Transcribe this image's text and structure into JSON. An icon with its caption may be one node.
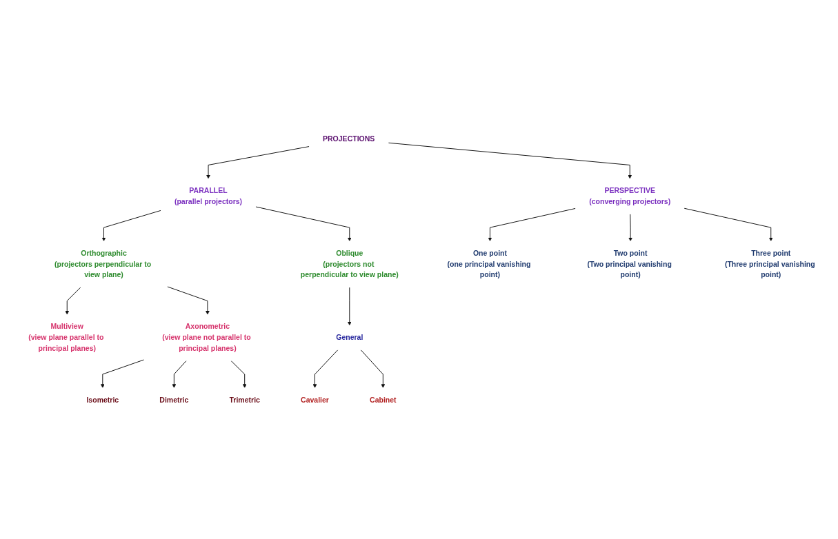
{
  "diagram": {
    "nodes": [
      {
        "text": [
          "PROJECTIONS"
        ]
      },
      {
        "text": [
          "PARALLEL",
          "(parallel projectors)"
        ]
      },
      {
        "text": [
          "PERSPECTIVE",
          "(converging projectors)"
        ]
      },
      {
        "text": [
          "Orthographic",
          "(projectors perpendicular to view plane)"
        ]
      },
      {
        "text": [
          "Oblique",
          "(projectors not perpendicular to view plane)"
        ]
      },
      {
        "text": [
          "Multiview",
          "(view plane parallel to principal planes)"
        ]
      },
      {
        "text": [
          "Axonometric",
          "(view plane not parallel to principal planes)"
        ]
      },
      {
        "text": [
          "Isometric"
        ]
      },
      {
        "text": [
          "Dimetric"
        ]
      },
      {
        "text": [
          "Trimetric"
        ]
      },
      {
        "text": [
          "General"
        ]
      },
      {
        "text": [
          "Cavalier"
        ]
      },
      {
        "text": [
          "Cabinet"
        ]
      },
      {
        "text": [
          "One point",
          "(one principal vanishing point)"
        ]
      },
      {
        "text": [
          "Two point",
          "(Two principal vanishing point)"
        ]
      },
      {
        "text": [
          "Three point",
          "(Three principal vanishing point)"
        ]
      }
    ],
    "edges": [
      {
        "from": 0,
        "to": 1,
        "arrow": "to"
      },
      {
        "from": 0,
        "to": 2,
        "arrow": "to"
      },
      {
        "from": 1,
        "to": 3,
        "arrow": "to"
      },
      {
        "from": 1,
        "to": 4,
        "arrow": "to"
      },
      {
        "from": 3,
        "to": 5,
        "arrow": "to"
      },
      {
        "from": 3,
        "to": 6,
        "arrow": "to"
      },
      {
        "from": 6,
        "to": 7,
        "arrow": "to"
      },
      {
        "from": 6,
        "to": 8,
        "arrow": "to"
      },
      {
        "from": 6,
        "to": 9,
        "arrow": "to"
      },
      {
        "from": 4,
        "to": 10,
        "arrow": "to"
      },
      {
        "from": 10,
        "to": 11,
        "arrow": "to"
      },
      {
        "from": 10,
        "to": 12,
        "arrow": "to"
      },
      {
        "from": 2,
        "to": 13,
        "arrow": "to"
      },
      {
        "from": 2,
        "to": 14,
        "arrow": "to"
      },
      {
        "from": 2,
        "to": 15,
        "arrow": "to"
      }
    ]
  }
}
